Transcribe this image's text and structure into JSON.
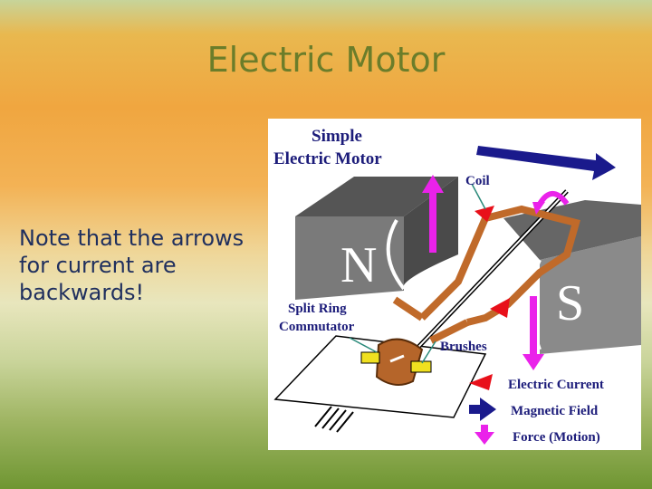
{
  "slide": {
    "title": "Electric Motor",
    "note": "Note that the arrows for current are backwards!"
  },
  "diagram": {
    "heading_line1": "Simple",
    "heading_line2": "Electric Motor",
    "coil_label": "Coil",
    "pole_north": "N",
    "pole_south": "S",
    "commutator_line1": "Split Ring",
    "commutator_line2": "Commutator",
    "brushes_label": "Brushes",
    "legend": [
      {
        "label": "Electric Current",
        "color": "#e8101a",
        "icon": "red-arrow-icon"
      },
      {
        "label": "Magnetic Field",
        "color": "#1a1a8c",
        "icon": "navy-arrow-icon"
      },
      {
        "label": "Force (Motion)",
        "color": "#ea22ea",
        "icon": "magenta-arrow-icon"
      }
    ]
  }
}
